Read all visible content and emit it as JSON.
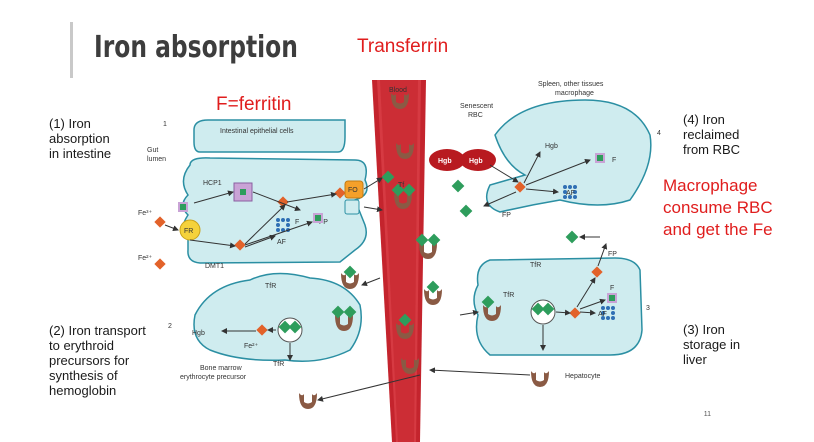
{
  "slide": {
    "title": "Iron absorption",
    "transferrin_label": "Transferrin",
    "ferritin_note": "F=ferritin",
    "macrophage_note": [
      "Macrophage",
      "consume RBC",
      "and get the Fe"
    ],
    "page_number": "11"
  },
  "side_labels": {
    "step1": [
      "(1) Iron",
      "absorption",
      "in intestine"
    ],
    "step2": [
      "(2) Iron transport",
      "to erythroid",
      "precursors for",
      "synthesis of",
      "hemoglobin"
    ],
    "step3": [
      "(3) Iron",
      "storage in",
      "liver"
    ],
    "step4": [
      "(4) Iron",
      "reclaimed",
      "from RBC"
    ]
  },
  "diagram_labels": {
    "blood": "Blood",
    "num1": "1",
    "num2": "2",
    "num3": "3",
    "num4": "4",
    "gut_lumen": [
      "Gut",
      "lumen"
    ],
    "intestinal_cells": "Intestinal epithelial cells",
    "hcp1": "HCP1",
    "fe3": "Fe³⁺",
    "fr": "FR",
    "fe2": "Fe²⁺",
    "dmt1": "DMT1",
    "af": "AF",
    "f": "F",
    "fp": "FP",
    "fo": "FO",
    "tf": "Tf",
    "tfr": "TfR",
    "hgb": "Hgb",
    "senescent_rbc": [
      "Senescent",
      "RBC"
    ],
    "spleen_macrophage": [
      "Spleen, other tissues",
      "macrophage"
    ],
    "bone_marrow": [
      "Bone marrow",
      "erythrocyte precursor"
    ],
    "hepatocyte": "Hepatocyte"
  },
  "colors": {
    "cell_fill": "#cfecef",
    "cell_stroke": "#2b8fa3",
    "blood_red": "#c4242d",
    "iron_orange": "#e2622a",
    "heme_green": "#2e9d5c",
    "tf_brown": "#8a5a44",
    "heme_box": "#c9a3d6",
    "title_red": "#e01d1d"
  },
  "icons": [
    "ferritin-dots-icon",
    "transferrin-icon",
    "hgb-rbc-icon",
    "iron-diamond-icon"
  ]
}
